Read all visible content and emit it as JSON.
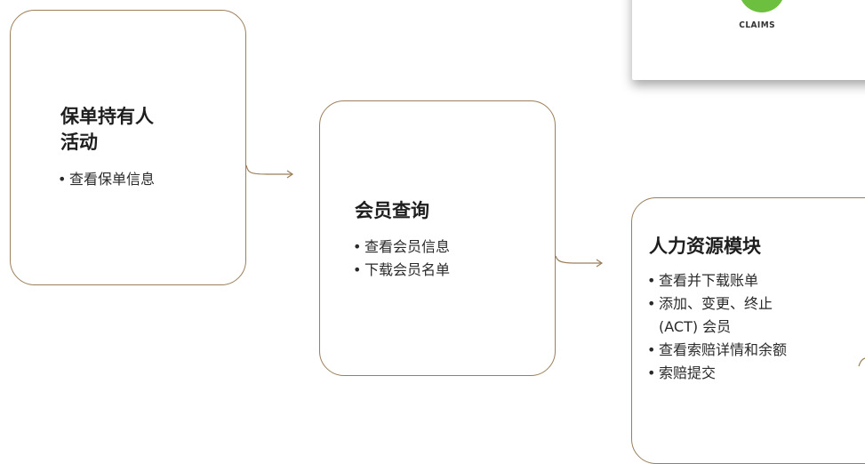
{
  "boxes": [
    {
      "title_lines": [
        "保单持有人",
        "活动"
      ],
      "items": [
        "查看保单信息"
      ]
    },
    {
      "title": "会员查询",
      "items": [
        "查看会员信息",
        "下载会员名单"
      ]
    },
    {
      "title": "人力资源模块",
      "items": [
        "查看并下载账单",
        "添加、变更、终止",
        "(ACT) 会员",
        "查看索赔详情和余额",
        "索赔提交"
      ]
    }
  ],
  "screenshot": {
    "label": "CLAIMS",
    "accent_color": "#6cbf3f"
  },
  "colors": {
    "border": "#9a7f5a",
    "text": "#222222"
  }
}
